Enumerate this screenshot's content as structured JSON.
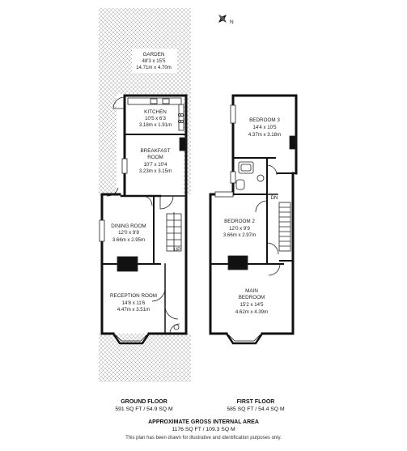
{
  "compass": {
    "label": "N",
    "icon": "compass-north-arrow-icon"
  },
  "rooms": {
    "garden": {
      "name": "GARDEN",
      "imperial": "48'3 x 15'5",
      "metric": "14.71m x 4.70m"
    },
    "kitchen": {
      "name": "KITCHEN",
      "imperial": "10'5 x 6'3",
      "metric": "3.18m x 1.91m"
    },
    "breakfast": {
      "name_line1": "BREAKFAST",
      "name_line2": "ROOM",
      "imperial": "10'7 x 10'4",
      "metric": "3.23m x 3.15m"
    },
    "dining": {
      "name": "DINING ROOM",
      "imperial": "12'0 x 9'8",
      "metric": "3.66m x 2.95m"
    },
    "reception": {
      "name": "RECEPTION ROOM",
      "imperial": "14'8 x 11'6",
      "metric": "4.47m x 3.51m"
    },
    "bedroom3": {
      "name": "BEDROOM 3",
      "imperial": "14'4 x 10'5",
      "metric": "4.37m x 3.18m"
    },
    "bedroom2": {
      "name": "BEDROOM 2",
      "imperial": "12'0 x 9'9",
      "metric": "3.66m x 2.97m"
    },
    "main_bedroom": {
      "name_line1": "MAIN",
      "name_line2": "BEDROOM",
      "imperial": "15'2 x 14'5",
      "metric": "4.62m x 4.39m"
    }
  },
  "stairs": {
    "up": "UP",
    "down": "DN"
  },
  "ground_floor": {
    "title": "GROUND FLOOR",
    "area": "591 SQ FT / 54.9 SQ M"
  },
  "first_floor": {
    "title": "FIRST FLOOR",
    "area": "585 SQ FT / 54.4 SQ M"
  },
  "total": {
    "title": "APPROXIMATE GROSS INTERNAL AREA",
    "area": "1176 SQ FT / 109.3 SQ M"
  },
  "disclaimer": "This plan has been drawn for illustrative and identification purposes only."
}
